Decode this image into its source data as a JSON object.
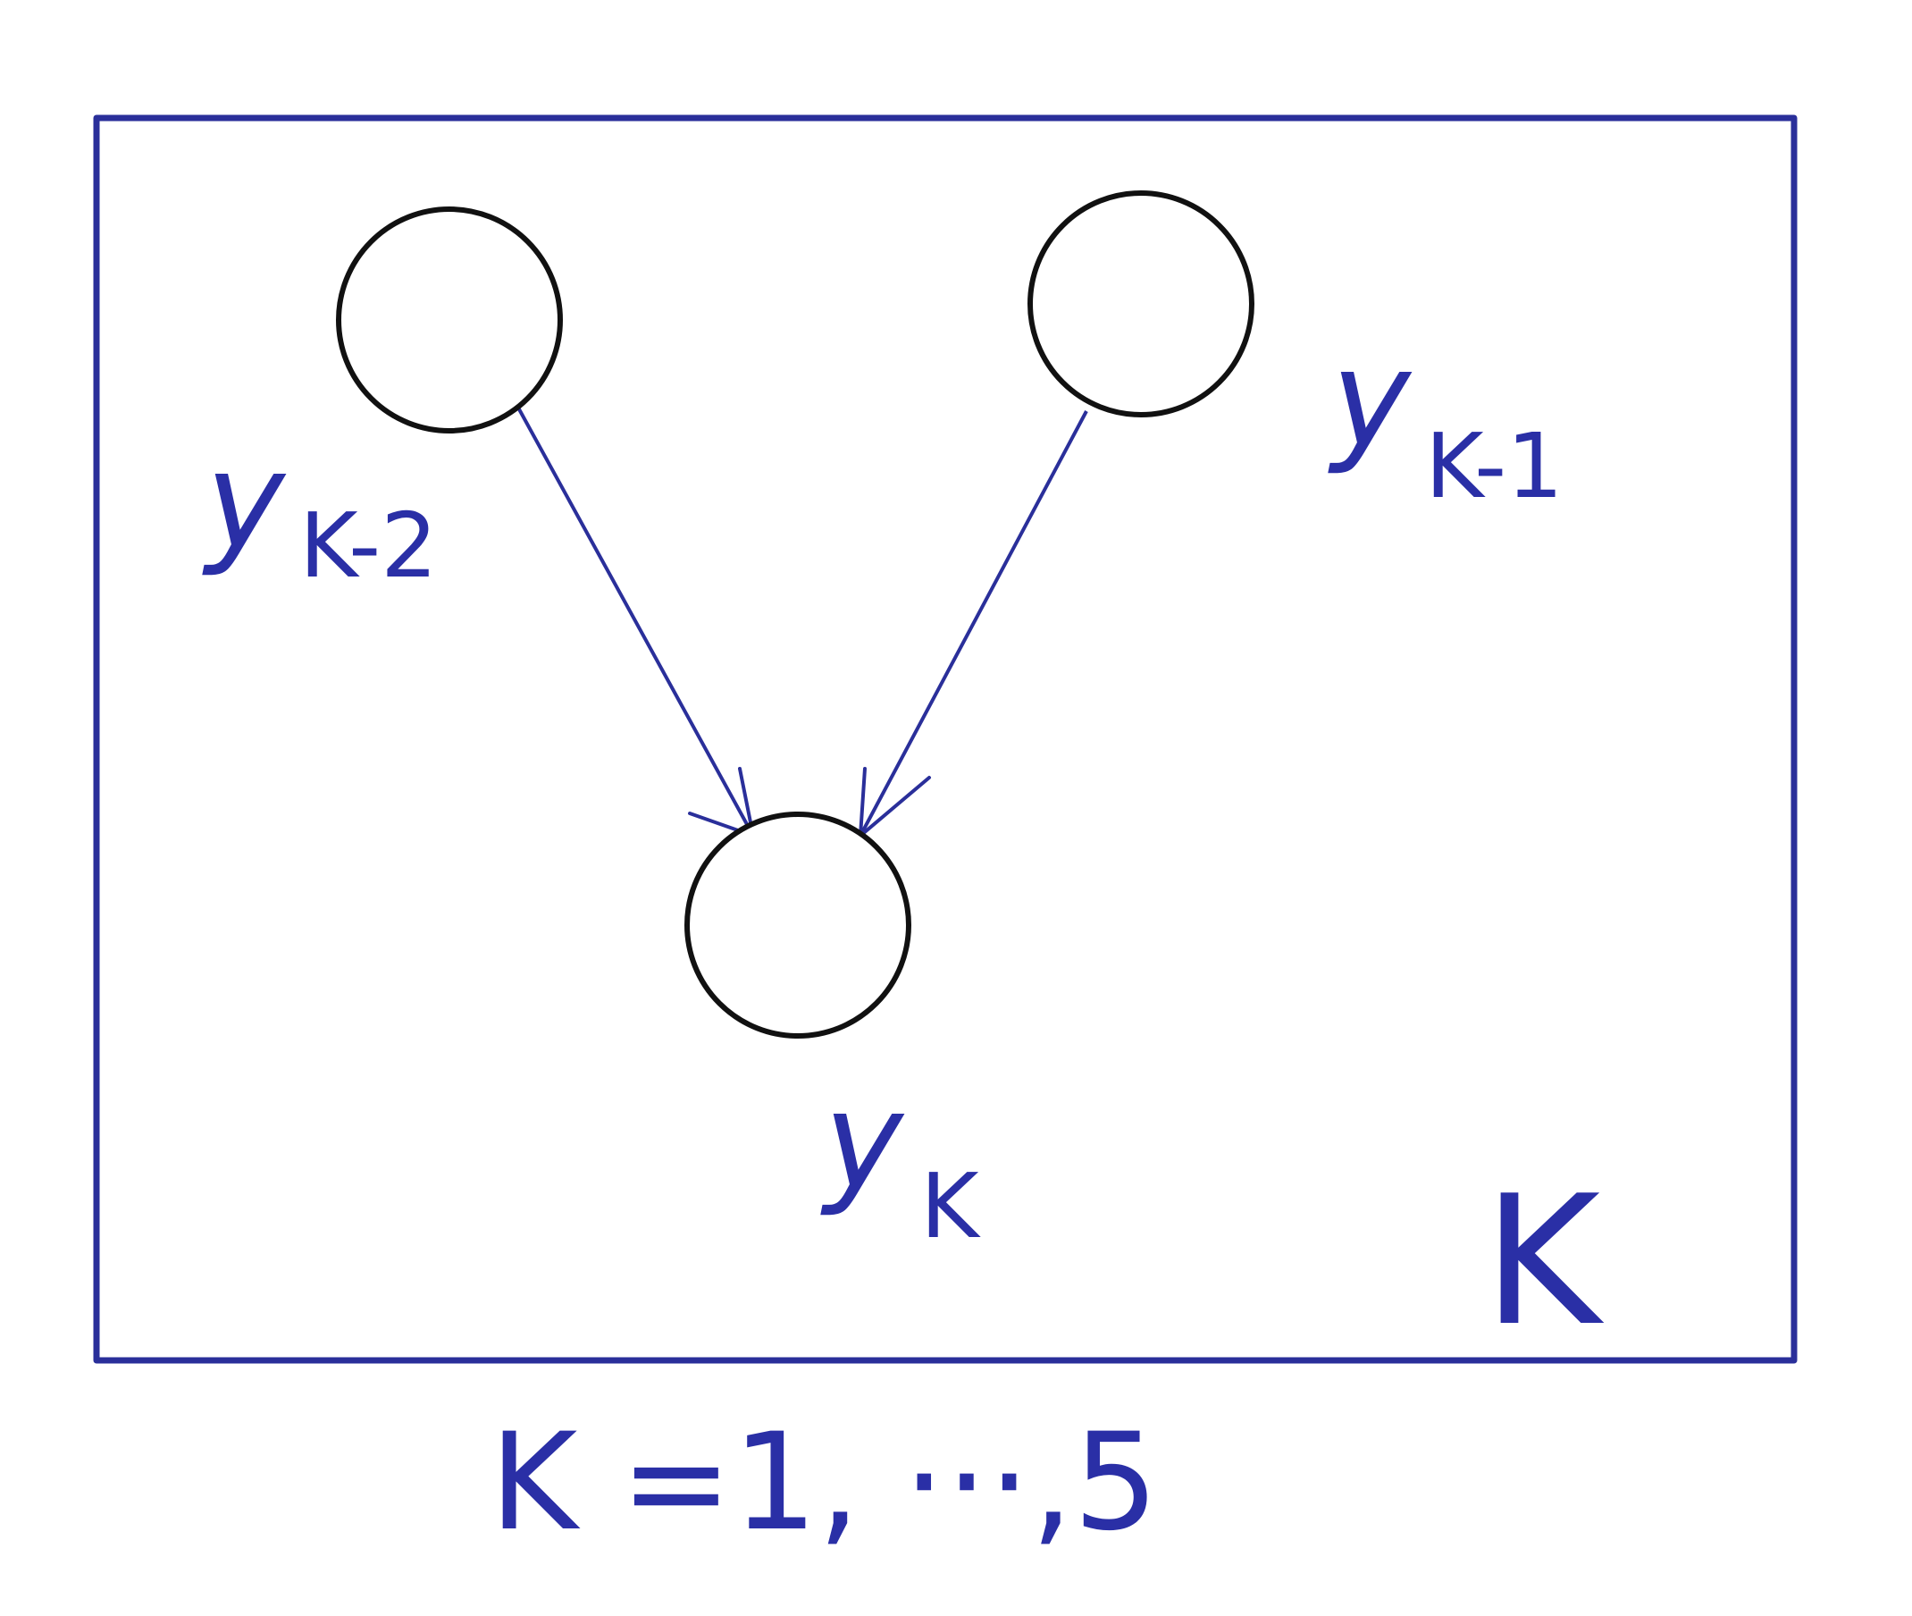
{
  "diagram": {
    "plate": {
      "label": "K",
      "range_text": "K =1, ···,5"
    },
    "nodes": [
      {
        "id": "y_k_minus_2",
        "label_main": "y",
        "label_sub": "K-2"
      },
      {
        "id": "y_k_minus_1",
        "label_main": "y",
        "label_sub": "K-1"
      },
      {
        "id": "y_k",
        "label_main": "y",
        "label_sub": "K"
      }
    ],
    "edges": [
      {
        "from": "y_k_minus_2",
        "to": "y_k"
      },
      {
        "from": "y_k_minus_1",
        "to": "y_k"
      }
    ]
  }
}
